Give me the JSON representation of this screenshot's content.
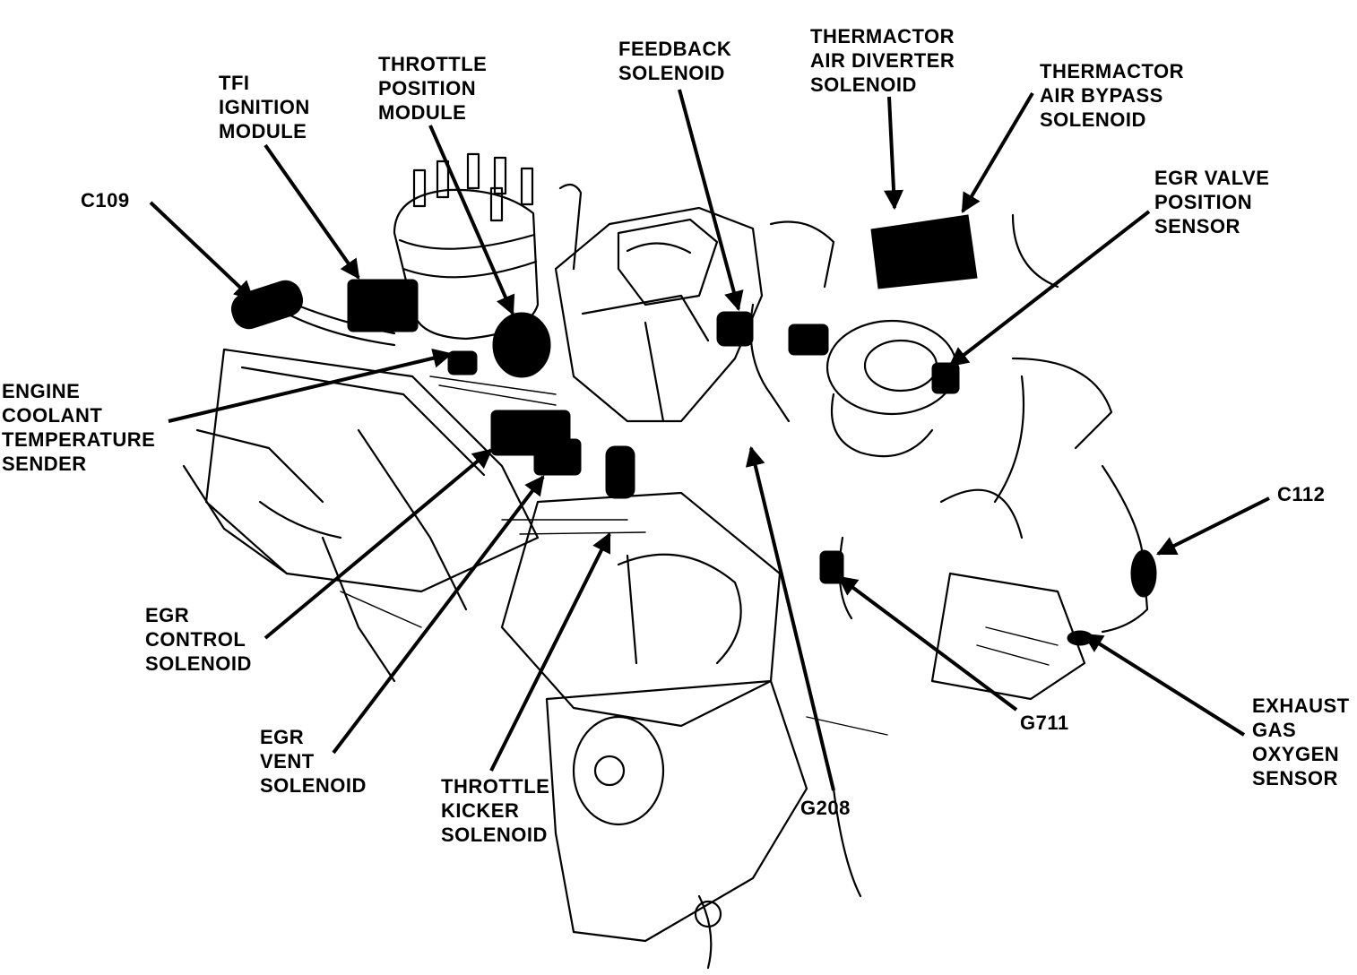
{
  "diagram": {
    "labels": {
      "c109": [
        "C109"
      ],
      "tfi": [
        "TFI",
        "IGNITION",
        "MODULE"
      ],
      "tpm": [
        "THROTTLE",
        "POSITION",
        "MODULE"
      ],
      "feedback": [
        "FEEDBACK",
        "SOLENOID"
      ],
      "tads": [
        "THERMACTOR",
        "AIR DIVERTER",
        "SOLENOID"
      ],
      "tabs": [
        "THERMACTOR",
        "AIR BYPASS",
        "SOLENOID"
      ],
      "egrvps": [
        "EGR VALVE",
        "POSITION",
        "SENSOR"
      ],
      "ects": [
        "ENGINE",
        "COOLANT",
        "TEMPERATURE",
        "SENDER"
      ],
      "c112": [
        "C112"
      ],
      "egrcs": [
        "EGR",
        "CONTROL",
        "SOLENOID"
      ],
      "egrvs": [
        "EGR",
        "VENT",
        "SOLENOID"
      ],
      "tks": [
        "THROTTLE",
        "KICKER",
        "SOLENOID"
      ],
      "g208": [
        "G208"
      ],
      "g711": [
        "G711"
      ],
      "ego": [
        "EXHAUST",
        "GAS",
        "OXYGEN",
        "SENSOR"
      ]
    }
  }
}
